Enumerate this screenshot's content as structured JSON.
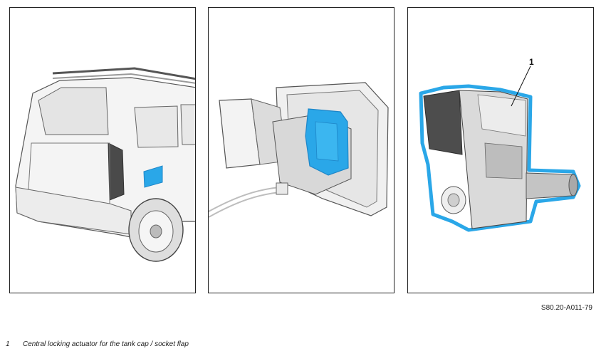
{
  "figure": {
    "reference_code": "S80.20-A011-79",
    "callout_number": "1",
    "legend": [
      {
        "number": "1",
        "text": "Central locking actuator for the tank cap / socket flap"
      }
    ]
  },
  "colors": {
    "highlight": "#2aa7e8",
    "highlight_dark": "#1e86c8",
    "outline": "#333333",
    "body_light": "#f2f2f2",
    "body_mid": "#d9d9d9",
    "body_dark": "#9a9a9a"
  }
}
